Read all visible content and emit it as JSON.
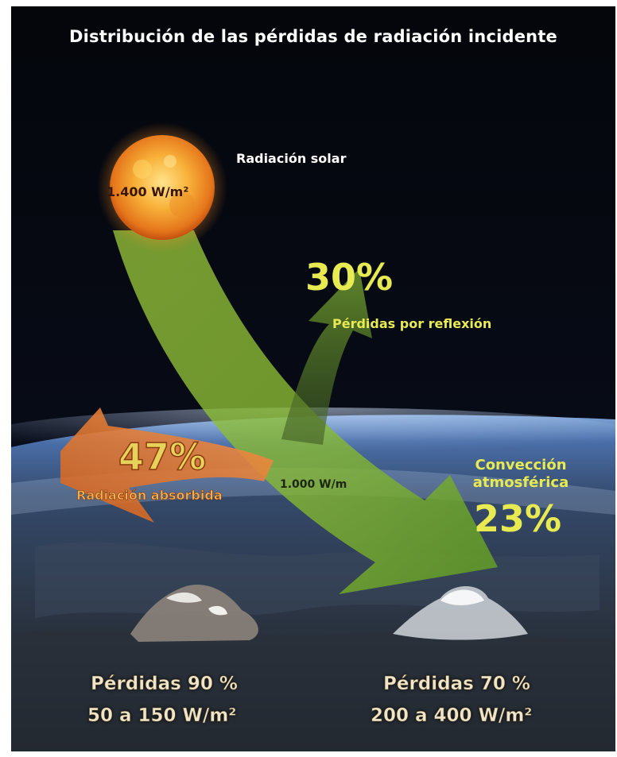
{
  "title": "Distribución de las pérdidas de radiación incidente",
  "sun": {
    "label": "Radiación solar",
    "value": "1.400 W/m²"
  },
  "reflection": {
    "percent": "30%",
    "label": "Pérdidas por reflexión"
  },
  "absorption": {
    "percent": "47%",
    "label": "Radiación absorbida"
  },
  "surface": {
    "value": "1.000 W/m"
  },
  "convection": {
    "label": "Convección atmosférica",
    "percent": "23%"
  },
  "losses": [
    {
      "line1": "Pérdidas 90 %",
      "line2": "50 a 150 W/m²"
    },
    {
      "line1": "Pérdidas 70 %",
      "line2": "200 a 400 W/m²"
    }
  ],
  "colors": {
    "background": "#05070d",
    "accent_yellow": "#e8ea52",
    "arrow_green": "#8dc33a",
    "arrow_orange": "#e8782a",
    "sun_orange": "#f5a020"
  },
  "icons": [
    "sun-icon",
    "earth-surface",
    "reflection-arrow",
    "incoming-radiation-arrow",
    "absorption-arrow",
    "cloud-icon"
  ]
}
